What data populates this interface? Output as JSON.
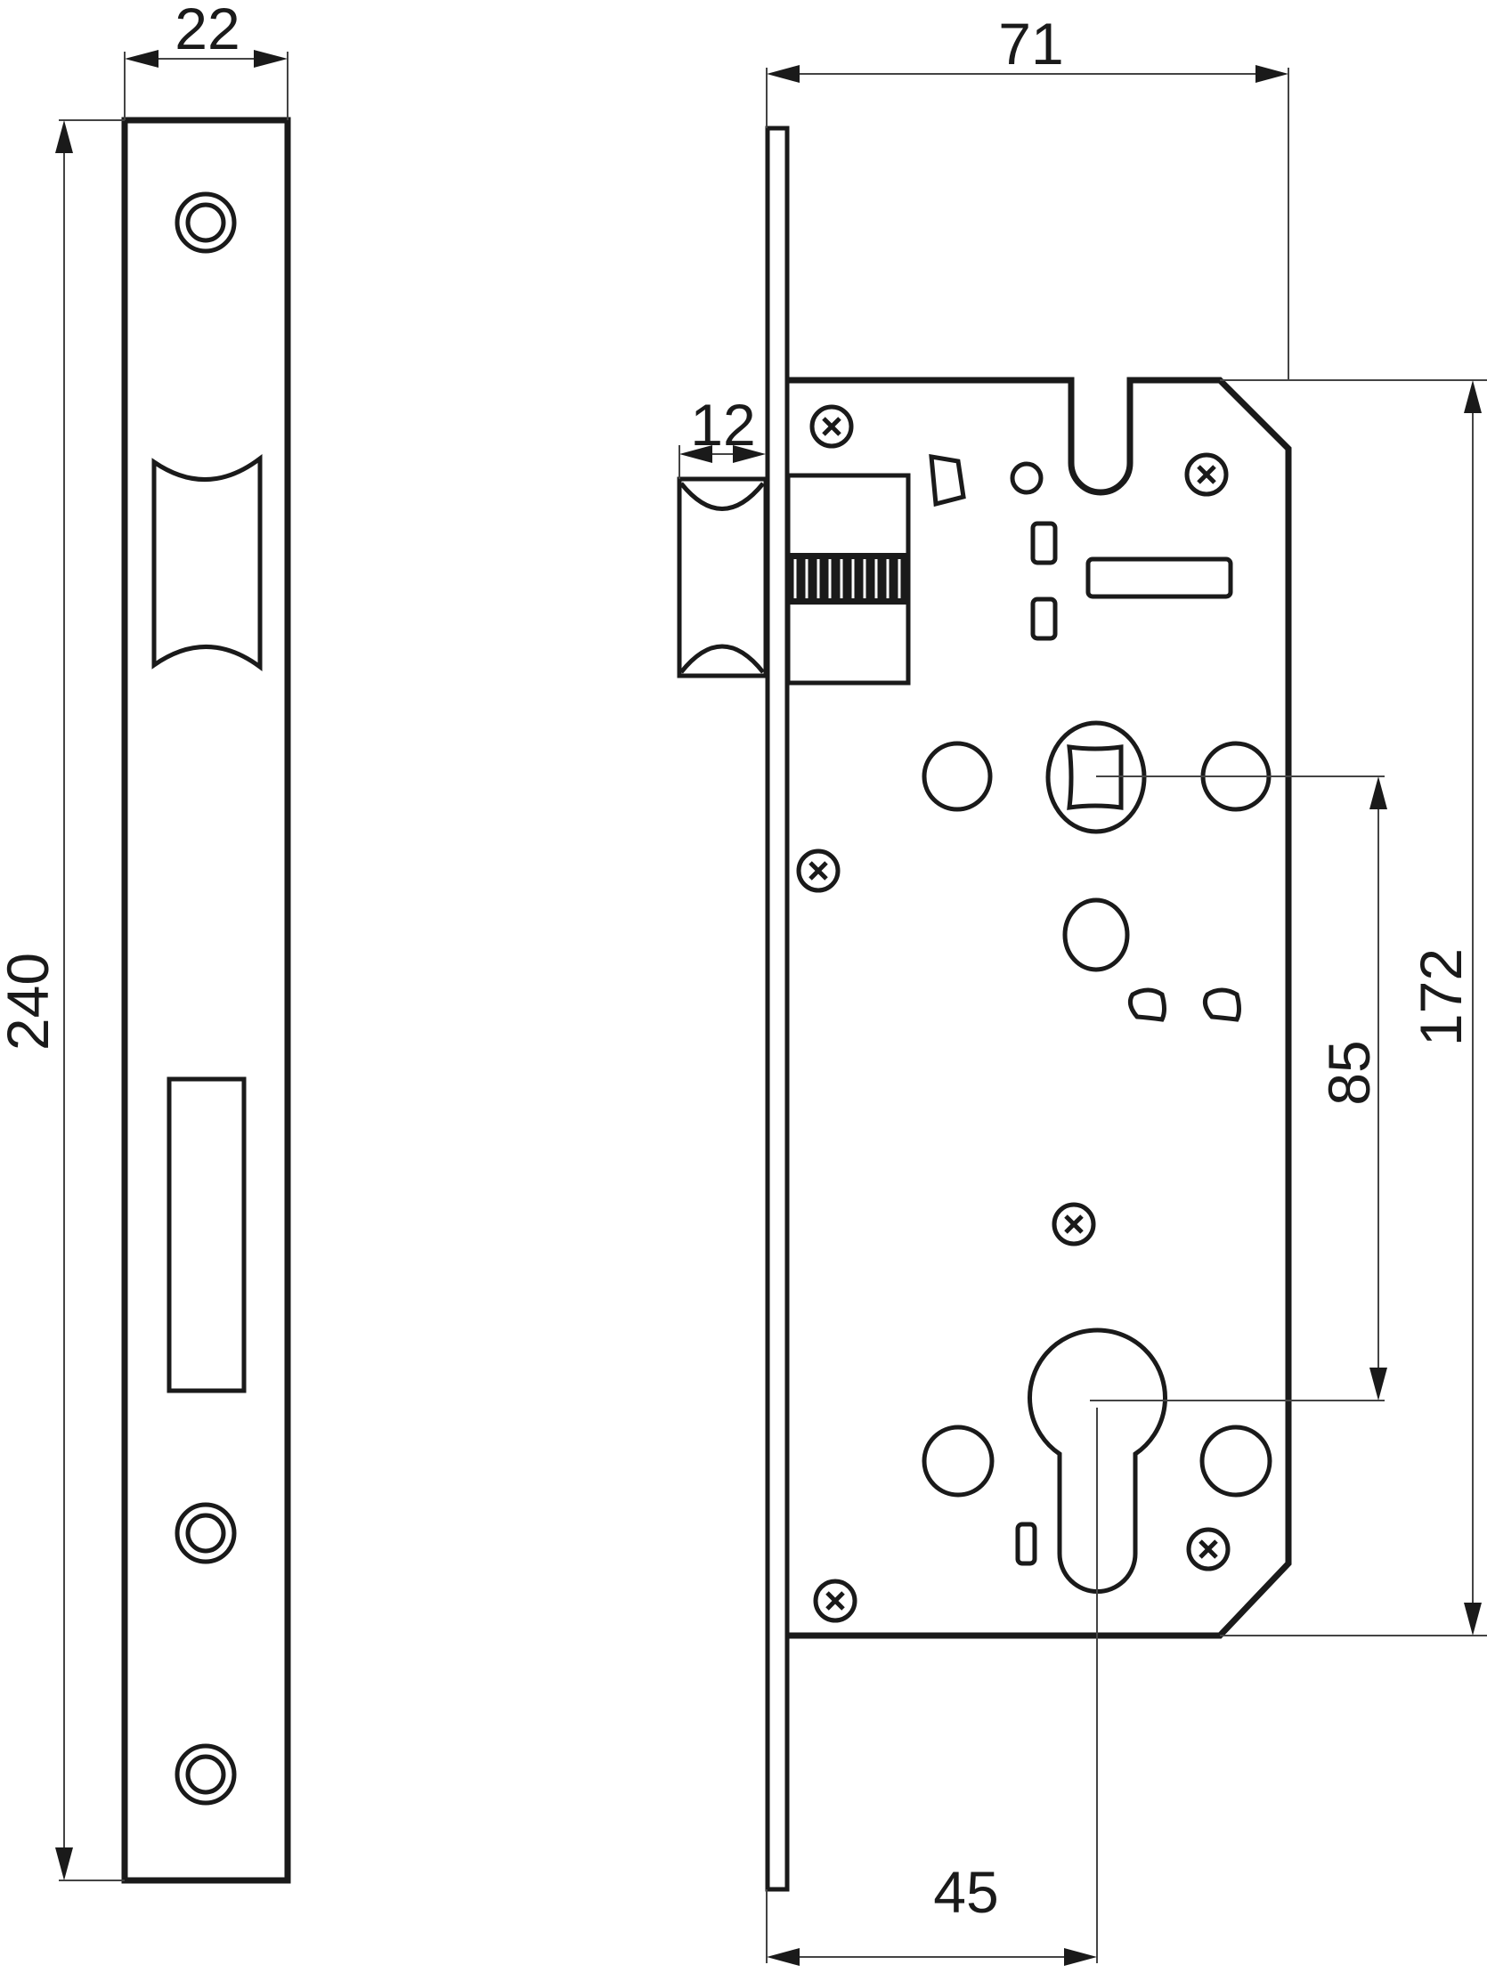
{
  "drawing": {
    "title": "Mortise lock with strike plate — technical drawing",
    "units": "mm",
    "line_color": "#1a1a1a",
    "background": "#ffffff"
  },
  "strike_plate": {
    "label": "strike-plate",
    "dimensions": {
      "width": "22",
      "height": "240"
    }
  },
  "lock_body": {
    "label": "mortise-lock-body",
    "dimensions": {
      "overall_depth": "71",
      "latch_projection": "12",
      "handle_to_cylinder": "85",
      "body_height": "172",
      "backset": "45"
    }
  }
}
